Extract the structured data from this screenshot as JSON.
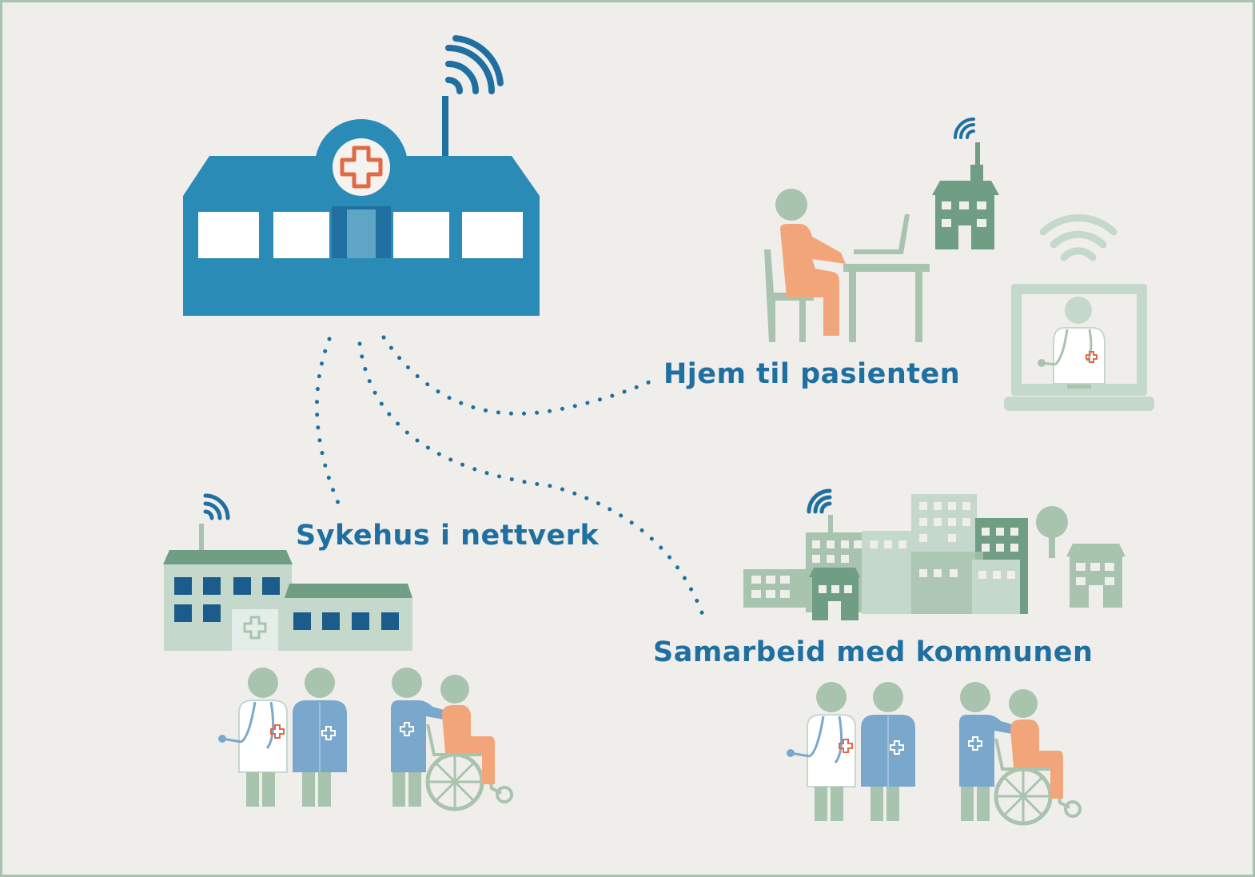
{
  "labels": {
    "home": "Hjem til pasienten",
    "hospitals": "Sykehus i nettverk",
    "municipality": "Samarbeid med kommunen"
  },
  "colors": {
    "background": "#f0eeeb",
    "frame": "#a8c3ae",
    "hospital_blue": "#2a8bb7",
    "dark_blue": "#1f6fa1",
    "navy": "#1c5c8c",
    "sage": "#a8c3ae",
    "dark_sage": "#6f9e84",
    "light_sage": "#c4d8cb",
    "staff_blue": "#7aa8cd",
    "orange": "#f3a57a",
    "red_cross": "#e06a45"
  },
  "icons": [
    "main-hospital-icon",
    "wifi-icon",
    "dotted-connection",
    "network-hospital-icon",
    "city-icon",
    "patient-at-desk-icon",
    "laptop-doctor-icon",
    "doctor-icon",
    "nurse-icon",
    "caregiver-icon",
    "wheelchair-patient-icon"
  ]
}
